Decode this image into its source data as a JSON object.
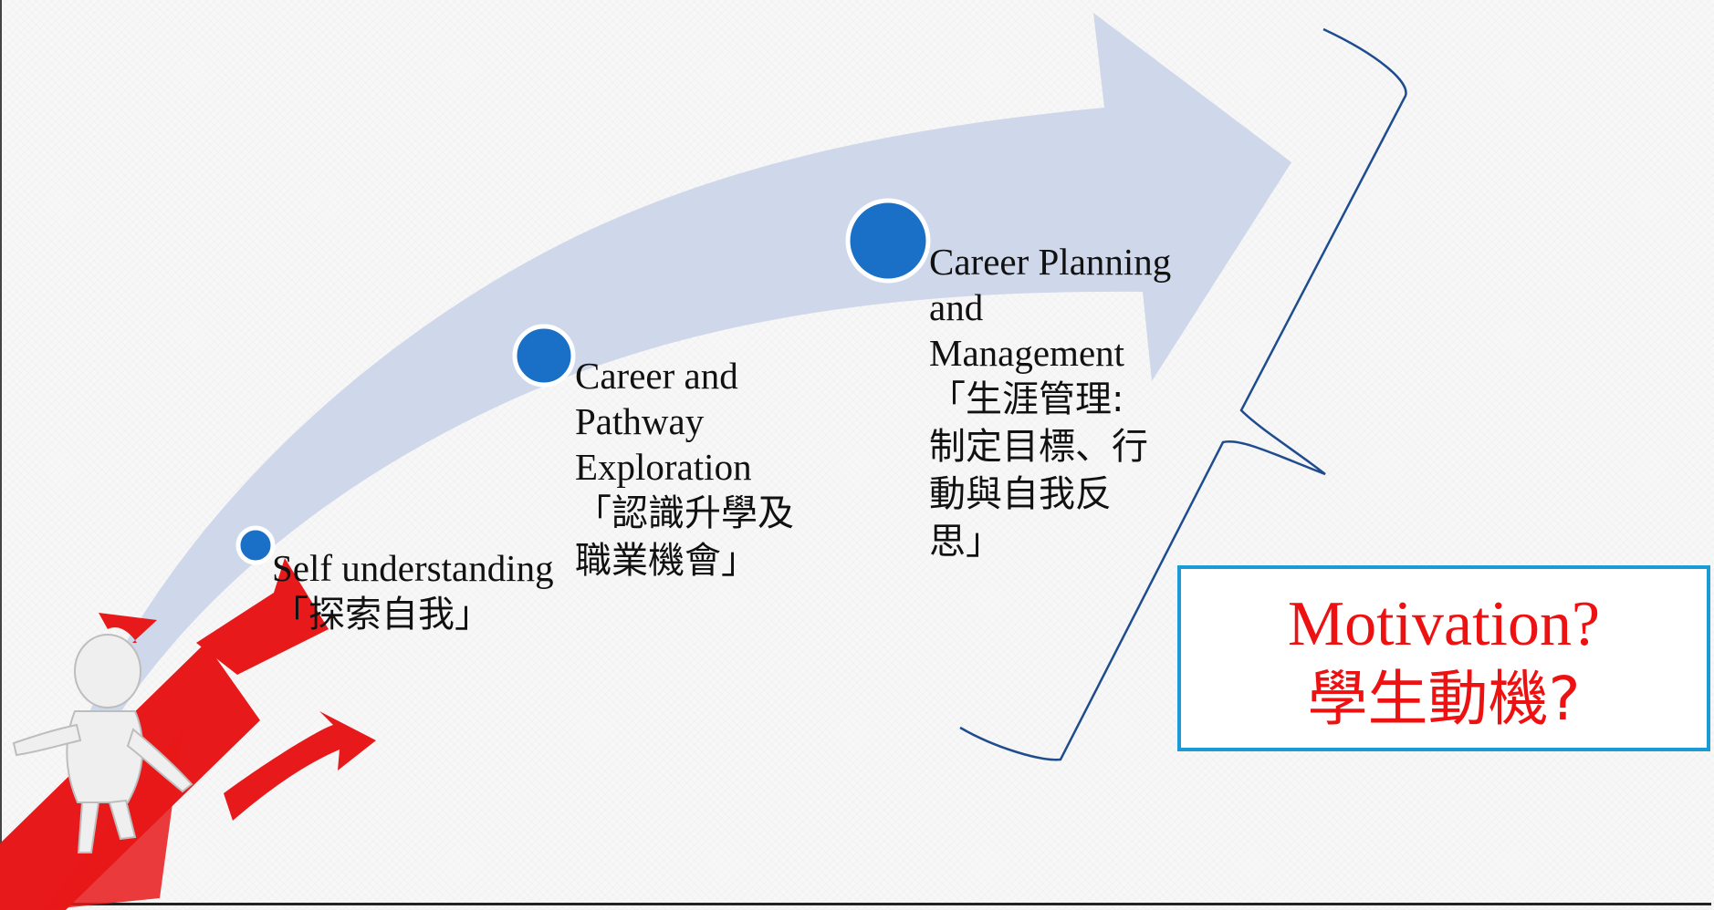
{
  "steps": [
    {
      "en": "Self understanding",
      "zh": "「探索自我」"
    },
    {
      "en": "Career and Pathway Exploration",
      "zh": "「認識升學及職業機會」"
    },
    {
      "en": "Career Planning and Management",
      "zh": "「生涯管理: 制定目標、行動與自我反思」"
    }
  ],
  "motivation": {
    "en": "Motivation?",
    "zh": "學生動機?"
  },
  "colors": {
    "arrow": "#cfd7ea",
    "dot": "#1a6fc6",
    "brace": "#1e4c8f",
    "box_border": "#1b9ad6",
    "box_text": "#ee1111",
    "figure_arrows": "#e8191a"
  }
}
